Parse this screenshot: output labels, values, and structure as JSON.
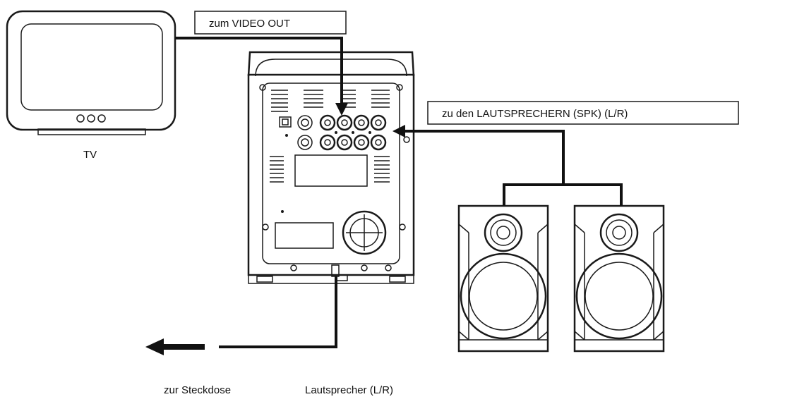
{
  "labels": {
    "video_out": "zum VIDEO OUT",
    "speakers_conn": "zu den LAUTSPRECHERN (SPK) (L/R)",
    "tv": "TV",
    "power": "zur Steckdose",
    "speakers": "Lautsprecher (L/R)"
  },
  "tv_buttons": [
    "circle",
    "circle",
    "circle"
  ],
  "colors": {
    "line": "#1a1a1a",
    "background": "#ffffff"
  }
}
